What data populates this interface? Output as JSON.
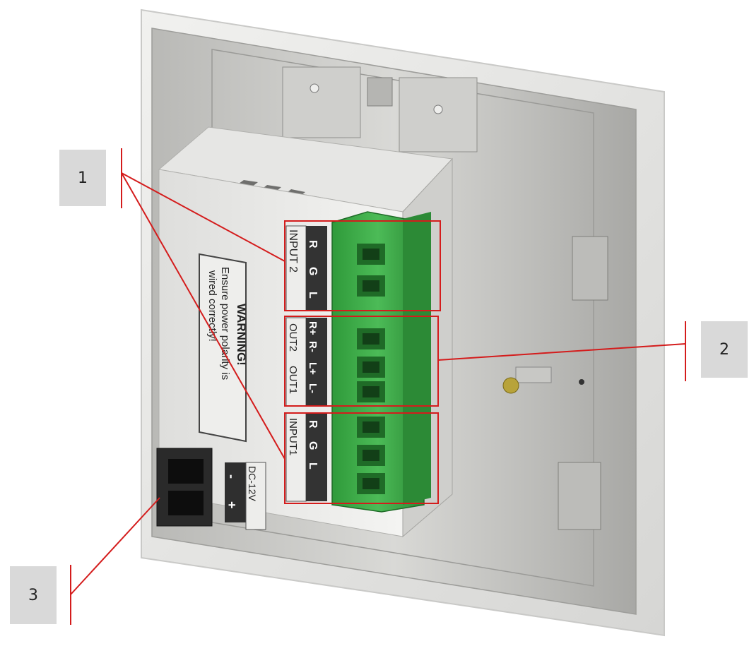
{
  "callouts": [
    {
      "id": "1",
      "label": "1"
    },
    {
      "id": "2",
      "label": "2"
    },
    {
      "id": "3",
      "label": "3"
    }
  ],
  "labels": {
    "input2": "INPUT 2",
    "out2": "OUT2",
    "out1": "OUT1",
    "input1": "INPUT1",
    "in2_pins": [
      "L",
      "G",
      "R"
    ],
    "out2_pins": [
      "R-",
      "R+"
    ],
    "out1_pins": [
      "L-",
      "L+"
    ],
    "in1_pins": [
      "L",
      "G",
      "R"
    ],
    "dc": "DC-12V",
    "dc_pins": [
      "-",
      "+"
    ],
    "warning_title": "WARNING!",
    "warning_line1": "Ensure power polarity is",
    "warning_line2": "wired correctly!"
  },
  "colors": {
    "callout_line": "#d41c1c",
    "terminal_green": "#3fae4a",
    "panel": "#e8e8e6",
    "callout_box": "#d9d9d9"
  }
}
